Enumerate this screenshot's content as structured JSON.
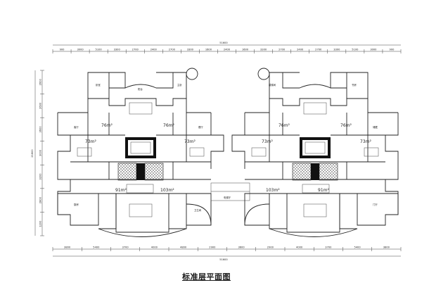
{
  "drawing": {
    "title": "标准层平面图"
  },
  "dimensions": {
    "top_overall": "51600",
    "bottom_overall": "51600",
    "left_overall": "21600",
    "top_segments": [
      "900",
      "3000",
      "5100",
      "3300",
      "2700",
      "2400",
      "2700",
      "3300",
      "1600",
      "2400",
      "1600",
      "3300",
      "2700",
      "2400",
      "2700",
      "3300",
      "5100",
      "3000",
      "900"
    ],
    "bottom_segments": [
      "3800",
      "5400",
      "3700",
      "4000",
      "4800",
      "2900",
      "3600",
      "2900",
      "4000",
      "3700",
      "5400",
      "3800"
    ],
    "left_segments": [
      "2600",
      "2600",
      "3600",
      "3000",
      "3200",
      "2800",
      "1200"
    ]
  },
  "areas": [
    "76m²",
    "76m²",
    "73m²",
    "73m²",
    "91m²",
    "103m²",
    "103m²",
    "91m²",
    "76m²",
    "76m²",
    "73m²",
    "73m²"
  ],
  "room_labels": [
    "卧室",
    "主卧",
    "客厅",
    "餐厅",
    "厨房",
    "卫生间",
    "阳台",
    "电梯厅",
    "楼梯间",
    "书房",
    "储藏",
    "门厅"
  ]
}
